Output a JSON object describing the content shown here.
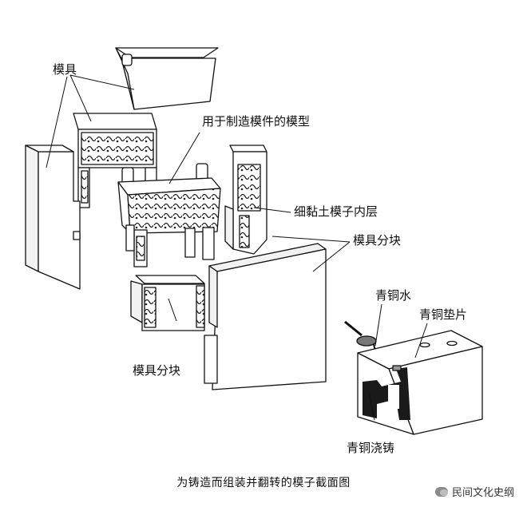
{
  "labels": {
    "mold": "模具",
    "model": "用于制造模件的模型",
    "clay_inner": "细黏土模子内层",
    "mold_pieces_right": "模具分块",
    "mold_pieces_left": "模具分块",
    "bronze_liquid": "青铜水",
    "bronze_spacer": "青铜垫片",
    "bronze_pour": "青铜浇铸"
  },
  "caption": "为铸造而组装并翻转的模子截面图",
  "watermark": "民间文化史纲",
  "colors": {
    "line": "#111111",
    "fill": "#ffffff",
    "shade": "#3a3a3a",
    "bronze": "#1a1a1a"
  }
}
